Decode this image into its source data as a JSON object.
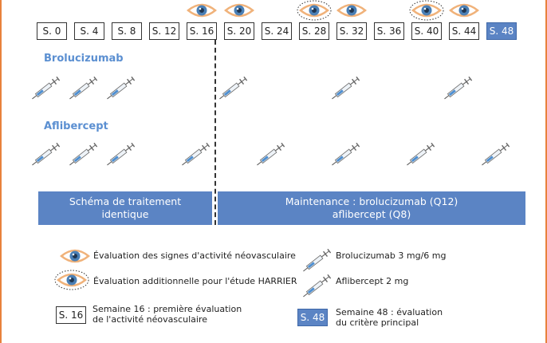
{
  "weeks": [
    "S. 0",
    "S. 4",
    "S. 8",
    "S. 12",
    "S. 16",
    "S. 20",
    "S. 24",
    "S. 28",
    "S. 32",
    "S. 36",
    "S. 40",
    "S. 44",
    "S. 48"
  ],
  "final_week": "S. 48",
  "assessments": {
    "standard": [
      "S. 16",
      "S. 20",
      "S. 32",
      "S. 44"
    ],
    "harrier_additional": [
      "S. 28",
      "S. 40"
    ]
  },
  "arms": [
    {
      "label": "Brolucizumab",
      "injection_weeks": [
        "S. 0",
        "S. 4",
        "S. 8",
        "S. 20",
        "S. 32",
        "S. 44"
      ]
    },
    {
      "label": "Aflibercept",
      "injection_weeks": [
        "S. 0",
        "S. 4",
        "S. 8",
        "S. 16",
        "S. 24",
        "S. 32",
        "S. 40",
        "S. 48"
      ]
    }
  ],
  "phases": {
    "loading_line1": "Schéma de traitement",
    "loading_line2": "identique",
    "maintenance_line1": "Maintenance : brolucizumab (Q12)",
    "maintenance_line2": "aflibercept (Q8)"
  },
  "legend": {
    "eye": "Évaluation des signes d'activité néovasculaire",
    "eye_dotted": "Évaluation additionnelle pour l'étude HARRIER",
    "brolucizumab": "Brolucizumab 3 mg/6 mg",
    "aflibercept": "Aflibercept 2 mg",
    "week16_box": "S. 16",
    "week16_line1": "Semaine 16 : première évaluation",
    "week16_line2": "de l'activité néovasculaire",
    "week48_box": "S. 48",
    "week48_line1": "Semaine 48 : évaluation",
    "week48_line2": "du critère principal"
  },
  "colors": {
    "accent_blue": "#5b84c4",
    "label_blue": "#5b8fd1",
    "eye_orange": "#f0b27a",
    "frame_orange": "#e8823c"
  }
}
